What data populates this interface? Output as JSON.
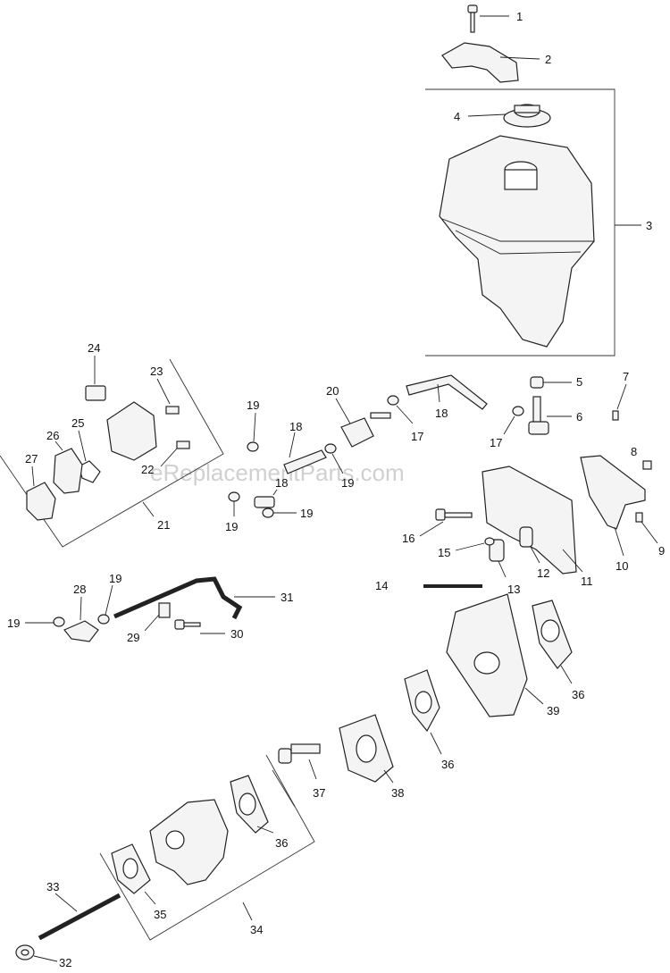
{
  "watermark": "eReplacementParts.com",
  "callouts": [
    "1",
    "2",
    "3",
    "4",
    "5",
    "6",
    "7",
    "8",
    "9",
    "10",
    "11",
    "12",
    "13",
    "14",
    "15",
    "16",
    "17",
    "17",
    "18",
    "18",
    "18",
    "19",
    "19",
    "19",
    "19",
    "19",
    "19",
    "20",
    "21",
    "22",
    "23",
    "24",
    "25",
    "26",
    "27",
    "28",
    "29",
    "30",
    "31",
    "32",
    "33",
    "34",
    "35",
    "36",
    "36",
    "36",
    "36",
    "37",
    "38",
    "39"
  ]
}
